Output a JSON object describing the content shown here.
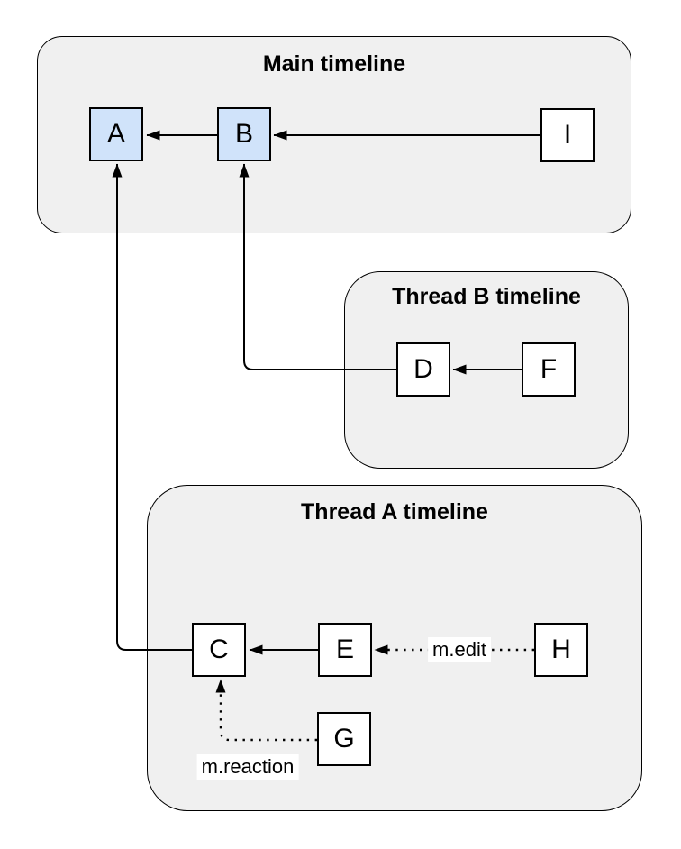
{
  "containers": {
    "main": {
      "title": "Main timeline"
    },
    "thread_b": {
      "title": "Thread B timeline"
    },
    "thread_a": {
      "title": "Thread A timeline"
    }
  },
  "nodes": {
    "a": {
      "label": "A",
      "highlighted": true
    },
    "b": {
      "label": "B",
      "highlighted": true
    },
    "i": {
      "label": "I",
      "highlighted": false
    },
    "d": {
      "label": "D",
      "highlighted": false
    },
    "f": {
      "label": "F",
      "highlighted": false
    },
    "c": {
      "label": "C",
      "highlighted": false
    },
    "e": {
      "label": "E",
      "highlighted": false
    },
    "h": {
      "label": "H",
      "highlighted": false
    },
    "g": {
      "label": "G",
      "highlighted": false
    }
  },
  "edge_labels": {
    "edit": "m.edit",
    "reaction": "m.reaction"
  },
  "colors": {
    "container_fill": "#F0F0F0",
    "container_stroke": "#000000",
    "node_fill": "#FFFFFF",
    "highlight_node_fill": "#D0E3FA",
    "node_stroke": "#000000",
    "edge_color": "#000000",
    "label_background": "#FFFFFF"
  }
}
